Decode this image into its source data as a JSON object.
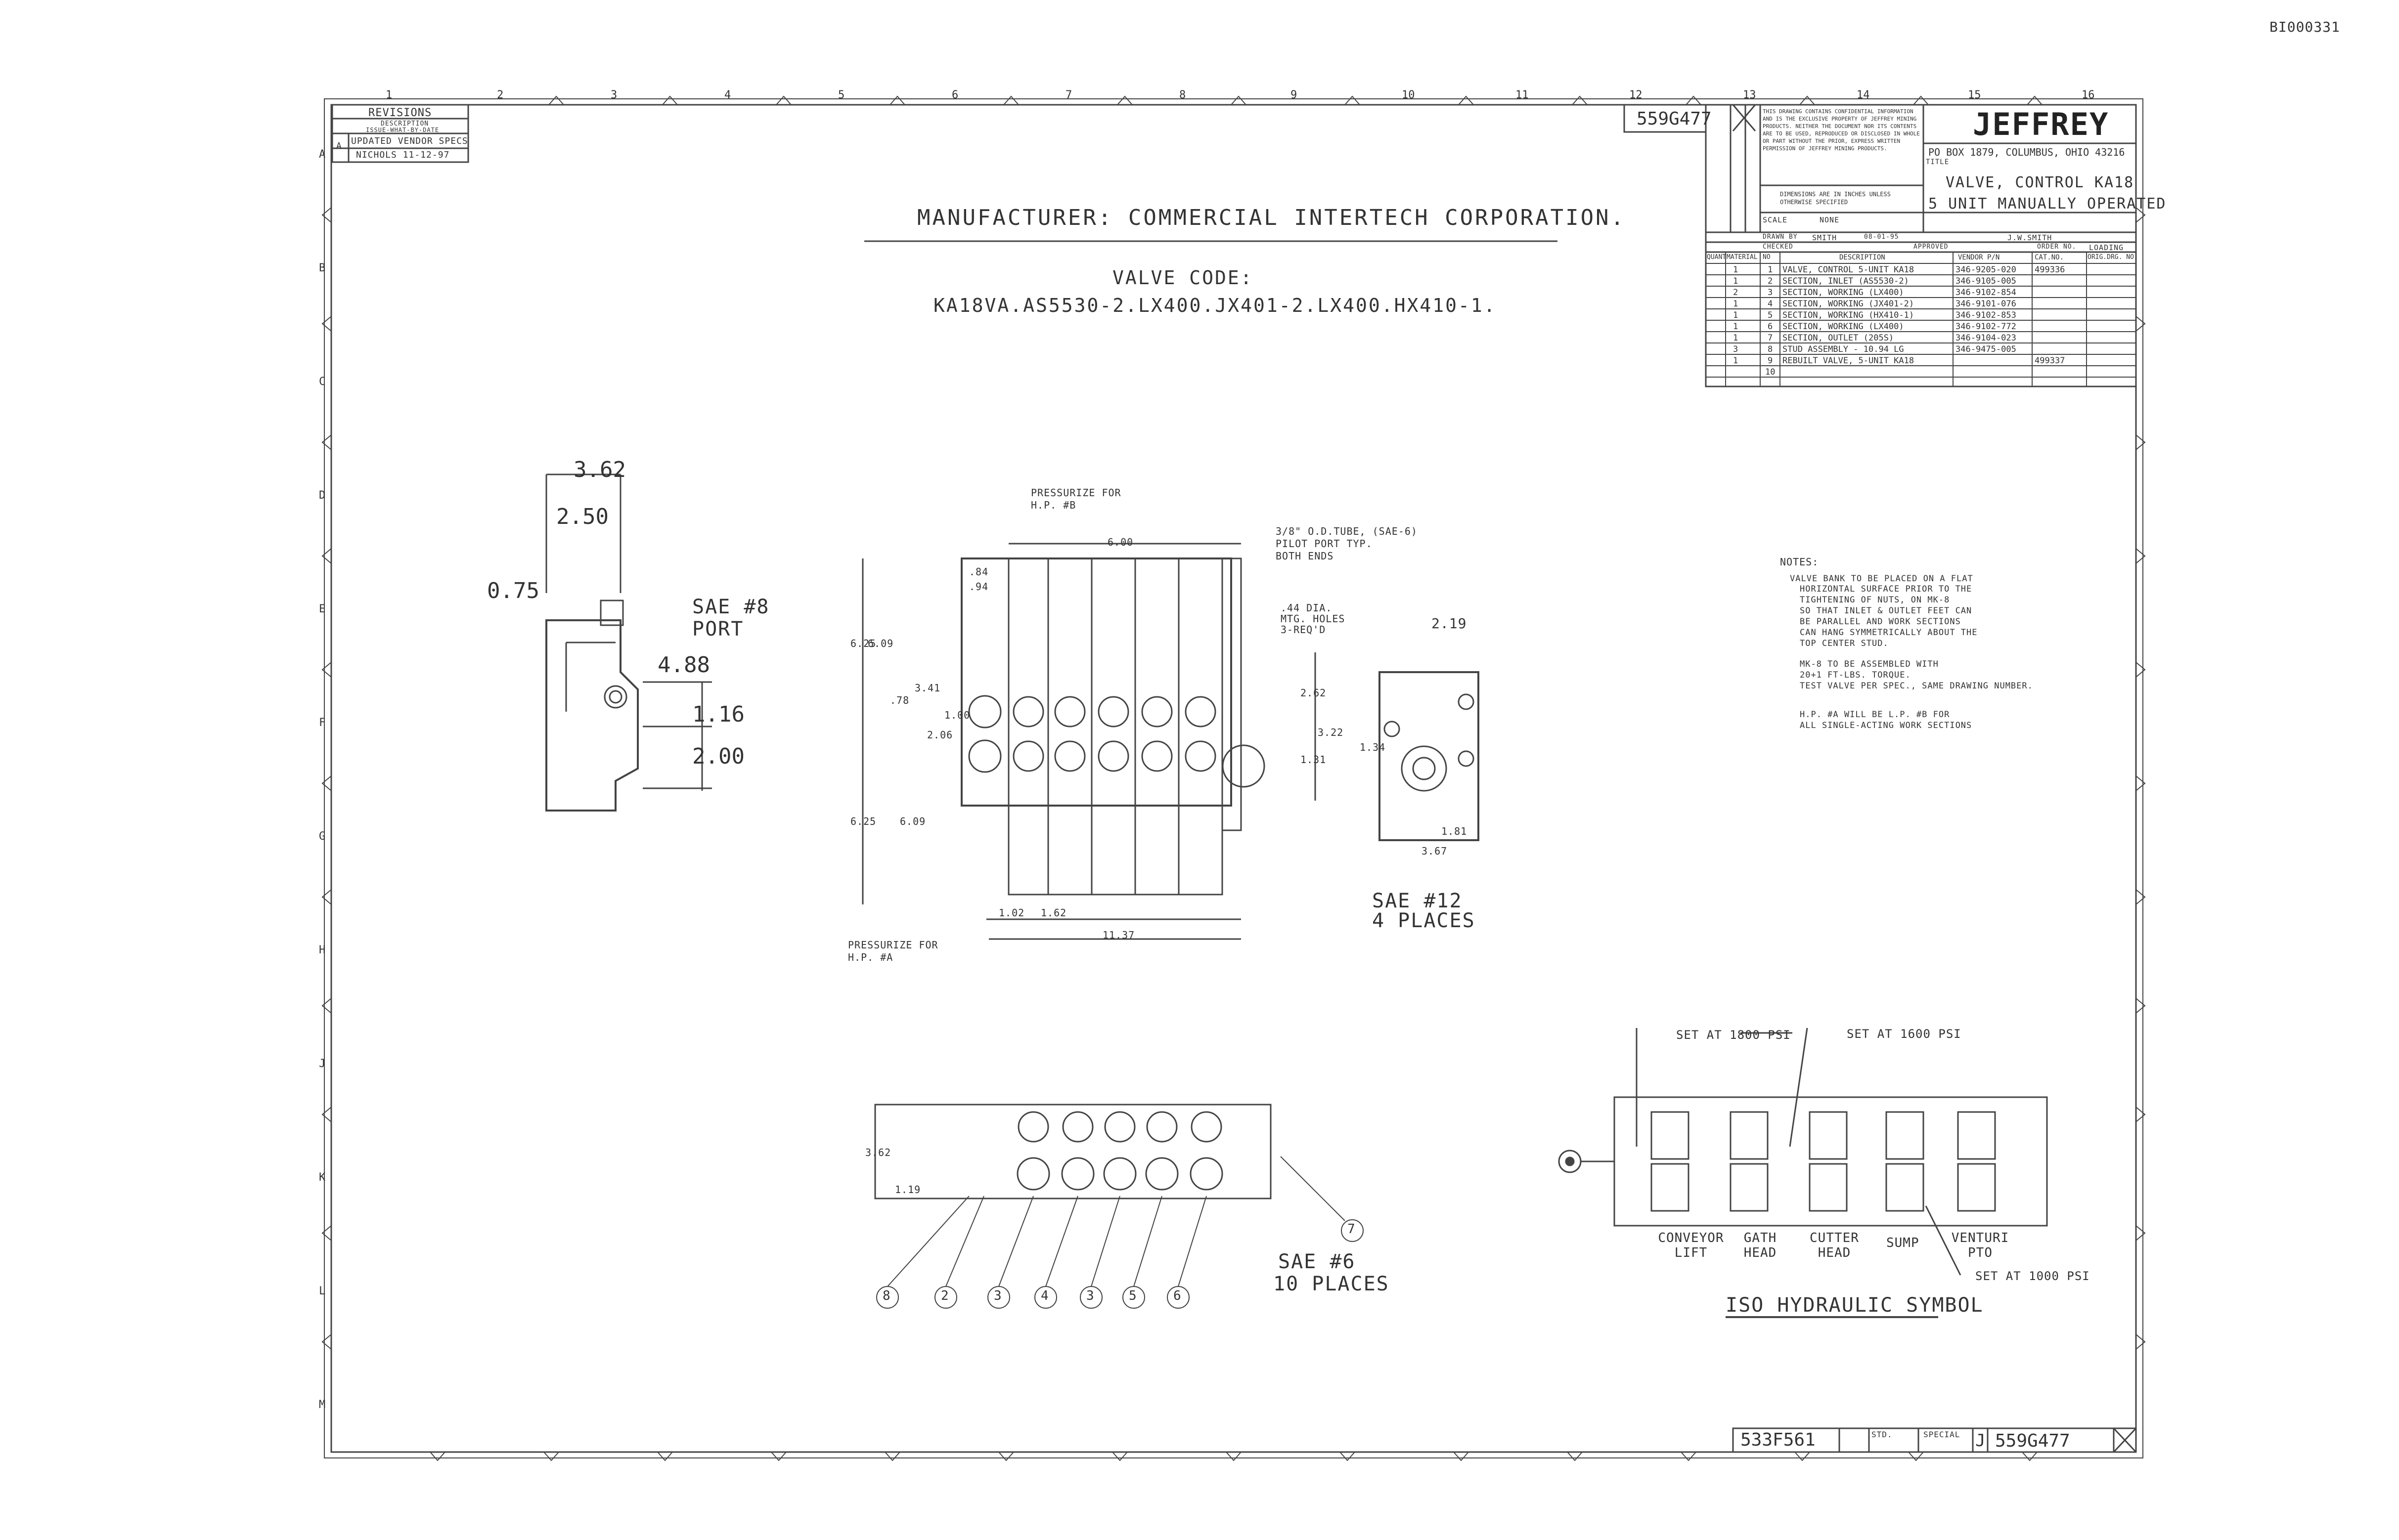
{
  "sheet_id": "BI000331",
  "drawing_number": "559G477",
  "revisions": {
    "heading": "REVISIONS",
    "col_description": "DESCRIPTION",
    "col_issue": "ISSUE-WHAT-BY-DATE",
    "rev_letter": "A",
    "rev_desc": "UPDATED VENDOR SPECS",
    "rev_by": "NICHOLS 11-12-97"
  },
  "manufacturer_line": "MANUFACTURER: COMMERCIAL INTERTECH CORPORATION.",
  "valve_code_label": "VALVE CODE:",
  "valve_code": "KA18VA.AS5530-2.LX400.JX401-2.LX400.HX410-1.",
  "company": {
    "logo": "JEFFREY",
    "address": "PO BOX 1879, COLUMBUS, OHIO 43216",
    "confidential": "THIS DRAWING CONTAINS CONFIDENTIAL INFORMATION AND IS THE EXCLUSIVE PROPERTY OF JEFFREY MINING PRODUCTS. NEITHER THE DOCUMENT NOR ITS CONTENTS ARE TO BE USED, REPRODUCED OR DISCLOSED IN WHOLE OR PART WITHOUT THE PRIOR, EXPRESS WRITTEN PERMISSION OF JEFFREY MINING PRODUCTS.",
    "dims_note": "DIMENSIONS ARE IN INCHES UNLESS OTHERWISE SPECIFIED"
  },
  "title_block": {
    "title_label": "TITLE",
    "title_line1": "VALVE, CONTROL KA18",
    "title_line2": "5 UNIT MANUALLY OPERATED",
    "scale_label": "SCALE",
    "scale_value": "NONE",
    "drawn_by_label": "DRAWN BY",
    "drawn_by": "SMITH",
    "checked_label": "CHECKED",
    "approved_label": "APPROVED",
    "designer": "J.W.SMITH",
    "order_label": "ORDER NO.",
    "order_no": "LOADING",
    "date": "08-01-95"
  },
  "bom": {
    "headers": [
      "QUANT",
      "MATERIAL",
      "NO",
      "DESCRIPTION",
      "VENDOR P/N",
      "CAT.NO.",
      "ORIG.DRG. NO."
    ],
    "rows": [
      {
        "qty": "1",
        "no": "1",
        "desc": "VALVE, CONTROL 5-UNIT KA18",
        "vendor": "346-9205-020",
        "cat": "499336"
      },
      {
        "qty": "1",
        "no": "2",
        "desc": "SECTION, INLET (AS5530-2)",
        "vendor": "346-9105-005",
        "cat": ""
      },
      {
        "qty": "2",
        "no": "3",
        "desc": "SECTION, WORKING (LX400)",
        "vendor": "346-9102-854",
        "cat": ""
      },
      {
        "qty": "1",
        "no": "4",
        "desc": "SECTION, WORKING (JX401-2)",
        "vendor": "346-9101-076",
        "cat": ""
      },
      {
        "qty": "1",
        "no": "5",
        "desc": "SECTION, WORKING (HX410-1)",
        "vendor": "346-9102-853",
        "cat": ""
      },
      {
        "qty": "1",
        "no": "6",
        "desc": "SECTION, WORKING (LX400)",
        "vendor": "346-9102-772",
        "cat": ""
      },
      {
        "qty": "1",
        "no": "7",
        "desc": "SECTION, OUTLET (205S)",
        "vendor": "346-9104-023",
        "cat": ""
      },
      {
        "qty": "3",
        "no": "8",
        "desc": "STUD ASSEMBLY - 10.94 LG",
        "vendor": "346-9475-005",
        "cat": ""
      },
      {
        "qty": "1",
        "no": "9",
        "desc": "REBUILT VALVE, 5-UNIT KA18",
        "vendor": "",
        "cat": "499337"
      },
      {
        "qty": "",
        "no": "10",
        "desc": "",
        "vendor": "",
        "cat": ""
      }
    ]
  },
  "side_view": {
    "d1": "3.62",
    "d2": "2.50",
    "d3": "0.75",
    "d4": "4.88",
    "d5": "1.16",
    "d6": "2.00",
    "port_label1": "SAE #8",
    "port_label2": "PORT"
  },
  "front_view": {
    "pressurize_b1": "PRESSURIZE FOR",
    "pressurize_b2": "H.P. #B",
    "pressurize_a1": "PRESSURIZE FOR",
    "pressurize_a2": "H.P. #A",
    "pilot1": "3/8\" O.D.TUBE, (SAE-6)",
    "pilot2": "PILOT PORT TYP.",
    "pilot3": "BOTH ENDS",
    "holes1": ".44 DIA.",
    "holes2": "MTG. HOLES",
    "holes3": "3-REQ'D",
    "sae12_1": "SAE #12",
    "sae12_2": "4 PLACES",
    "dim_600": "6.00",
    "dim_84": ".84",
    "dim_94": ".94",
    "dim_625a": "6.25",
    "dim_609a": "6.09",
    "dim_625b": "6.25",
    "dim_609b": "6.09",
    "dim_341": "3.41",
    "dim_206": "2.06",
    "dim_100": "1.00",
    "dim_78": ".78",
    "dim_262": "2.62",
    "dim_322": "3.22",
    "dim_131": "1.31",
    "dim_102": "1.02",
    "dim_162": "1.62",
    "dim_1137": "11.37"
  },
  "end_view": {
    "dim_219": "2.19",
    "dim_134": "1.34",
    "dim_181": "1.81",
    "dim_367": "3.67"
  },
  "bottom_view": {
    "dim_362": "3.62",
    "dim_119": "1.19",
    "sae6_1": "SAE #6",
    "sae6_2": "10 PLACES",
    "balloons": [
      "8",
      "2",
      "3",
      "4",
      "3",
      "5",
      "6",
      "7"
    ]
  },
  "notes": {
    "heading": "NOTES:",
    "n1": [
      "VALVE BANK TO BE PLACED ON A FLAT",
      "HORIZONTAL SURFACE PRIOR TO THE",
      "TIGHTENING OF NUTS, ON MK-8",
      "SO THAT INLET & OUTLET FEET CAN",
      "BE PARALLEL AND WORK SECTIONS",
      "CAN HANG SYMMETRICALLY ABOUT THE",
      "TOP CENTER STUD."
    ],
    "n2": [
      "MK-8 TO BE ASSEMBLED WITH",
      "20+1 FT-LBS. TORQUE.",
      "TEST VALVE PER SPEC., SAME DRAWING NUMBER."
    ],
    "n3": [
      "H.P. #A WILL BE L.P. #B FOR",
      "ALL SINGLE-ACTING WORK SECTIONS"
    ]
  },
  "iso": {
    "set1800": "SET AT 1800 PSI",
    "set1600": "SET AT 1600 PSI",
    "set1000": "SET AT 1000 PSI",
    "labels": [
      "CONVEYOR LIFT",
      "GATH HEAD",
      "CUTTER HEAD",
      "SUMP",
      "VENTURI PTO"
    ],
    "title": "ISO HYDRAULIC SYMBOL"
  },
  "bottom_block": {
    "ref_no": "533F561",
    "size": "J",
    "std": "STD.",
    "special": "SPECIAL",
    "dwg": "559G477"
  },
  "zone_cols": [
    "1",
    "2",
    "3",
    "4",
    "5",
    "6",
    "7",
    "8",
    "9",
    "10",
    "11",
    "12",
    "13",
    "14",
    "15",
    "16"
  ],
  "zone_rows": [
    "A",
    "B",
    "C",
    "D",
    "E",
    "F",
    "G",
    "H",
    "J",
    "K",
    "L",
    "M"
  ]
}
